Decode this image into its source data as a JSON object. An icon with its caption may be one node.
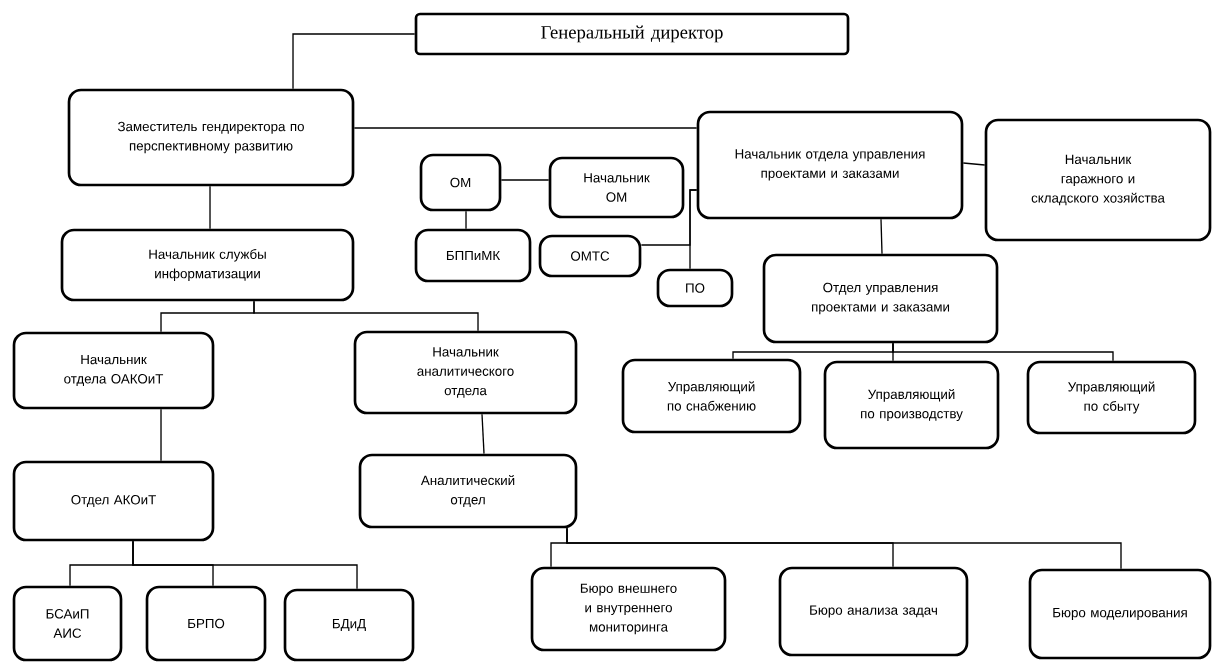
{
  "diagram": {
    "nodes": [
      {
        "text": [
          "Генеральный директор"
        ]
      },
      {
        "text": [
          "Заместитель гендиректора по перспективному развитию"
        ]
      },
      {
        "text": [
          "Начальник службы информатизации"
        ]
      },
      {
        "text": [
          "Начальник отдела ОАКОиТ"
        ]
      },
      {
        "text": [
          "Начальник аналитического отдела"
        ]
      },
      {
        "text": [
          "Отдел АКОиТ"
        ]
      },
      {
        "text": [
          "Аналитический отдел"
        ]
      },
      {
        "text": [
          "БСАиП АИС"
        ]
      },
      {
        "text": [
          "БРПО"
        ]
      },
      {
        "text": [
          "БДиД"
        ]
      },
      {
        "text": [
          "Бюро внешнего и внутреннего мониторинга"
        ]
      },
      {
        "text": [
          "Бюро анализа задач"
        ]
      },
      {
        "text": [
          "Бюро моделирования"
        ]
      },
      {
        "text": [
          "ОМ"
        ]
      },
      {
        "text": [
          "Начальник ОМ"
        ]
      },
      {
        "text": [
          "БППиМК"
        ]
      },
      {
        "text": [
          "ОМТС"
        ]
      },
      {
        "text": [
          "ПО"
        ]
      },
      {
        "text": [
          "Начальник отдела управления проектами и заказами"
        ]
      },
      {
        "text": [
          "Начальник гаражного и складского хозяйства"
        ]
      },
      {
        "text": [
          "Отдел управления проектами и заказами"
        ]
      },
      {
        "text": [
          "Управляющий по снабжению"
        ]
      },
      {
        "text": [
          "Управляющий по производству"
        ]
      },
      {
        "text": [
          "Управляющий по сбыту"
        ]
      }
    ],
    "edges": [
      {
        "from": 0,
        "to": 1,
        "arrow": "none"
      },
      {
        "from": 1,
        "to": 18,
        "arrow": "none"
      },
      {
        "from": 1,
        "to": 2,
        "arrow": "none"
      },
      {
        "from": 2,
        "to": 3,
        "arrow": "none"
      },
      {
        "from": 2,
        "to": 4,
        "arrow": "none"
      },
      {
        "from": 3,
        "to": 5,
        "arrow": "none"
      },
      {
        "from": 4,
        "to": 6,
        "arrow": "none"
      },
      {
        "from": 5,
        "to": 7,
        "arrow": "none"
      },
      {
        "from": 5,
        "to": 8,
        "arrow": "none"
      },
      {
        "from": 5,
        "to": 9,
        "arrow": "none"
      },
      {
        "from": 6,
        "to": 10,
        "arrow": "none"
      },
      {
        "from": 6,
        "to": 11,
        "arrow": "none"
      },
      {
        "from": 6,
        "to": 12,
        "arrow": "none"
      },
      {
        "from": 13,
        "to": 14,
        "arrow": "none"
      },
      {
        "from": 13,
        "to": 15,
        "arrow": "none"
      },
      {
        "from": 18,
        "to": 16,
        "arrow": "none"
      },
      {
        "from": 18,
        "to": 17,
        "arrow": "none"
      },
      {
        "from": 18,
        "to": 19,
        "arrow": "none"
      },
      {
        "from": 18,
        "to": 20,
        "arrow": "none"
      },
      {
        "from": 20,
        "to": 21,
        "arrow": "none"
      },
      {
        "from": 20,
        "to": 22,
        "arrow": "none"
      },
      {
        "from": 20,
        "to": 23,
        "arrow": "none"
      }
    ]
  }
}
